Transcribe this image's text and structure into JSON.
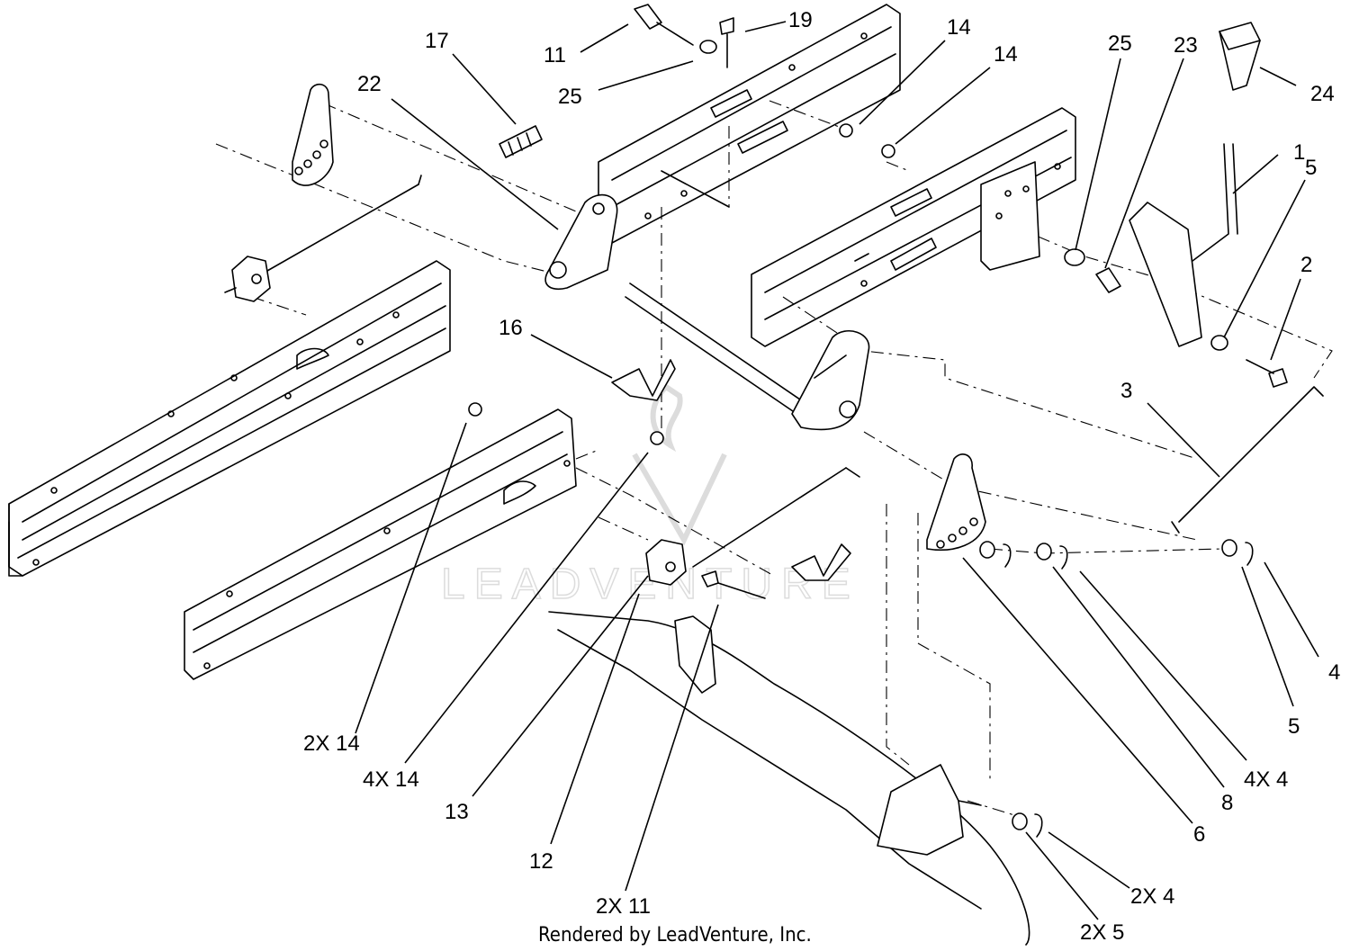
{
  "diagram": {
    "callouts": [
      {
        "id": "c11",
        "text": "11"
      },
      {
        "id": "c19",
        "text": "19"
      },
      {
        "id": "c17",
        "text": "17"
      },
      {
        "id": "c14a",
        "text": "14"
      },
      {
        "id": "c14b",
        "text": "14"
      },
      {
        "id": "c25a",
        "text": "25"
      },
      {
        "id": "c25b",
        "text": "25"
      },
      {
        "id": "c23",
        "text": "23"
      },
      {
        "id": "c24",
        "text": "24"
      },
      {
        "id": "c22",
        "text": "22"
      },
      {
        "id": "c1",
        "text": "1"
      },
      {
        "id": "c5a",
        "text": "5"
      },
      {
        "id": "c2",
        "text": "2"
      },
      {
        "id": "c16",
        "text": "16"
      },
      {
        "id": "c3",
        "text": "3"
      },
      {
        "id": "c4a",
        "text": "4"
      },
      {
        "id": "c5b",
        "text": "5"
      },
      {
        "id": "c4x4",
        "text": "4X 4"
      },
      {
        "id": "c8",
        "text": "8"
      },
      {
        "id": "c6",
        "text": "6"
      },
      {
        "id": "c2x14",
        "text": "2X 14"
      },
      {
        "id": "c4x14",
        "text": "4X 14"
      },
      {
        "id": "c13",
        "text": "13"
      },
      {
        "id": "c12",
        "text": "12"
      },
      {
        "id": "c2x11",
        "text": "2X 11"
      },
      {
        "id": "c2x4",
        "text": "2X 4"
      },
      {
        "id": "c2x5",
        "text": "2X 5"
      }
    ],
    "watermark": "LEADVENTURE",
    "footer": "Rendered by LeadVenture, Inc."
  }
}
